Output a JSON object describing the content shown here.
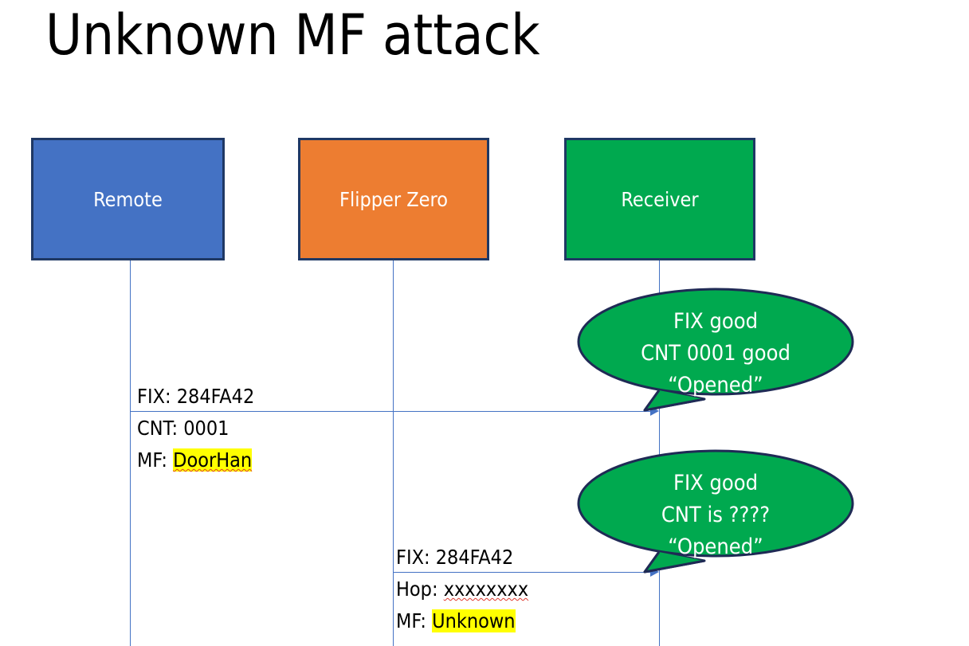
{
  "slide": {
    "title": "Unknown MF attack",
    "background": "#FFFFFF"
  },
  "colors": {
    "remote": "#4472C4",
    "flipper": "#ED7D31",
    "receiver": "#00A94F",
    "box_border": "#1F3864",
    "arrow": "#4472C4",
    "highlight": "#FFFF00",
    "spellcheck_underline": "#E03A2F",
    "callout_fill": "#00A94F",
    "callout_border": "#1F2A55",
    "text": "#000000",
    "box_label_text": "#FFFFFF"
  },
  "actors": [
    {
      "id": "remote",
      "label": "Remote"
    },
    {
      "id": "flipper",
      "label": "Flipper Zero"
    },
    {
      "id": "receiver",
      "label": "Receiver"
    }
  ],
  "messages": [
    {
      "id": "msg-1",
      "from": "remote",
      "to": "receiver",
      "lines": [
        {
          "prefix": "FIX: ",
          "value": "284FA42",
          "highlight": false,
          "spellcheck_error": false
        },
        {
          "prefix": "CNT: ",
          "value": "0001",
          "highlight": false,
          "spellcheck_error": false
        },
        {
          "prefix": "MF: ",
          "value": "DoorHan",
          "highlight": true,
          "spellcheck_error": true
        }
      ]
    },
    {
      "id": "msg-2",
      "from": "flipper",
      "to": "receiver",
      "lines": [
        {
          "prefix": "FIX: ",
          "value": "284FA42",
          "highlight": false,
          "spellcheck_error": false
        },
        {
          "prefix": "Hop: ",
          "value": "xxxxxxxx",
          "highlight": false,
          "spellcheck_error": true
        },
        {
          "prefix": "MF: ",
          "value": "Unknown",
          "highlight": true,
          "spellcheck_error": false
        }
      ]
    }
  ],
  "callouts": [
    {
      "id": "callout-1",
      "attached_to": "msg-1",
      "lines": [
        "FIX good",
        "CNT 0001 good",
        "“Opened”"
      ]
    },
    {
      "id": "callout-2",
      "attached_to": "msg-2",
      "lines": [
        "FIX good",
        "CNT is ????",
        "“Opened”"
      ]
    }
  ]
}
